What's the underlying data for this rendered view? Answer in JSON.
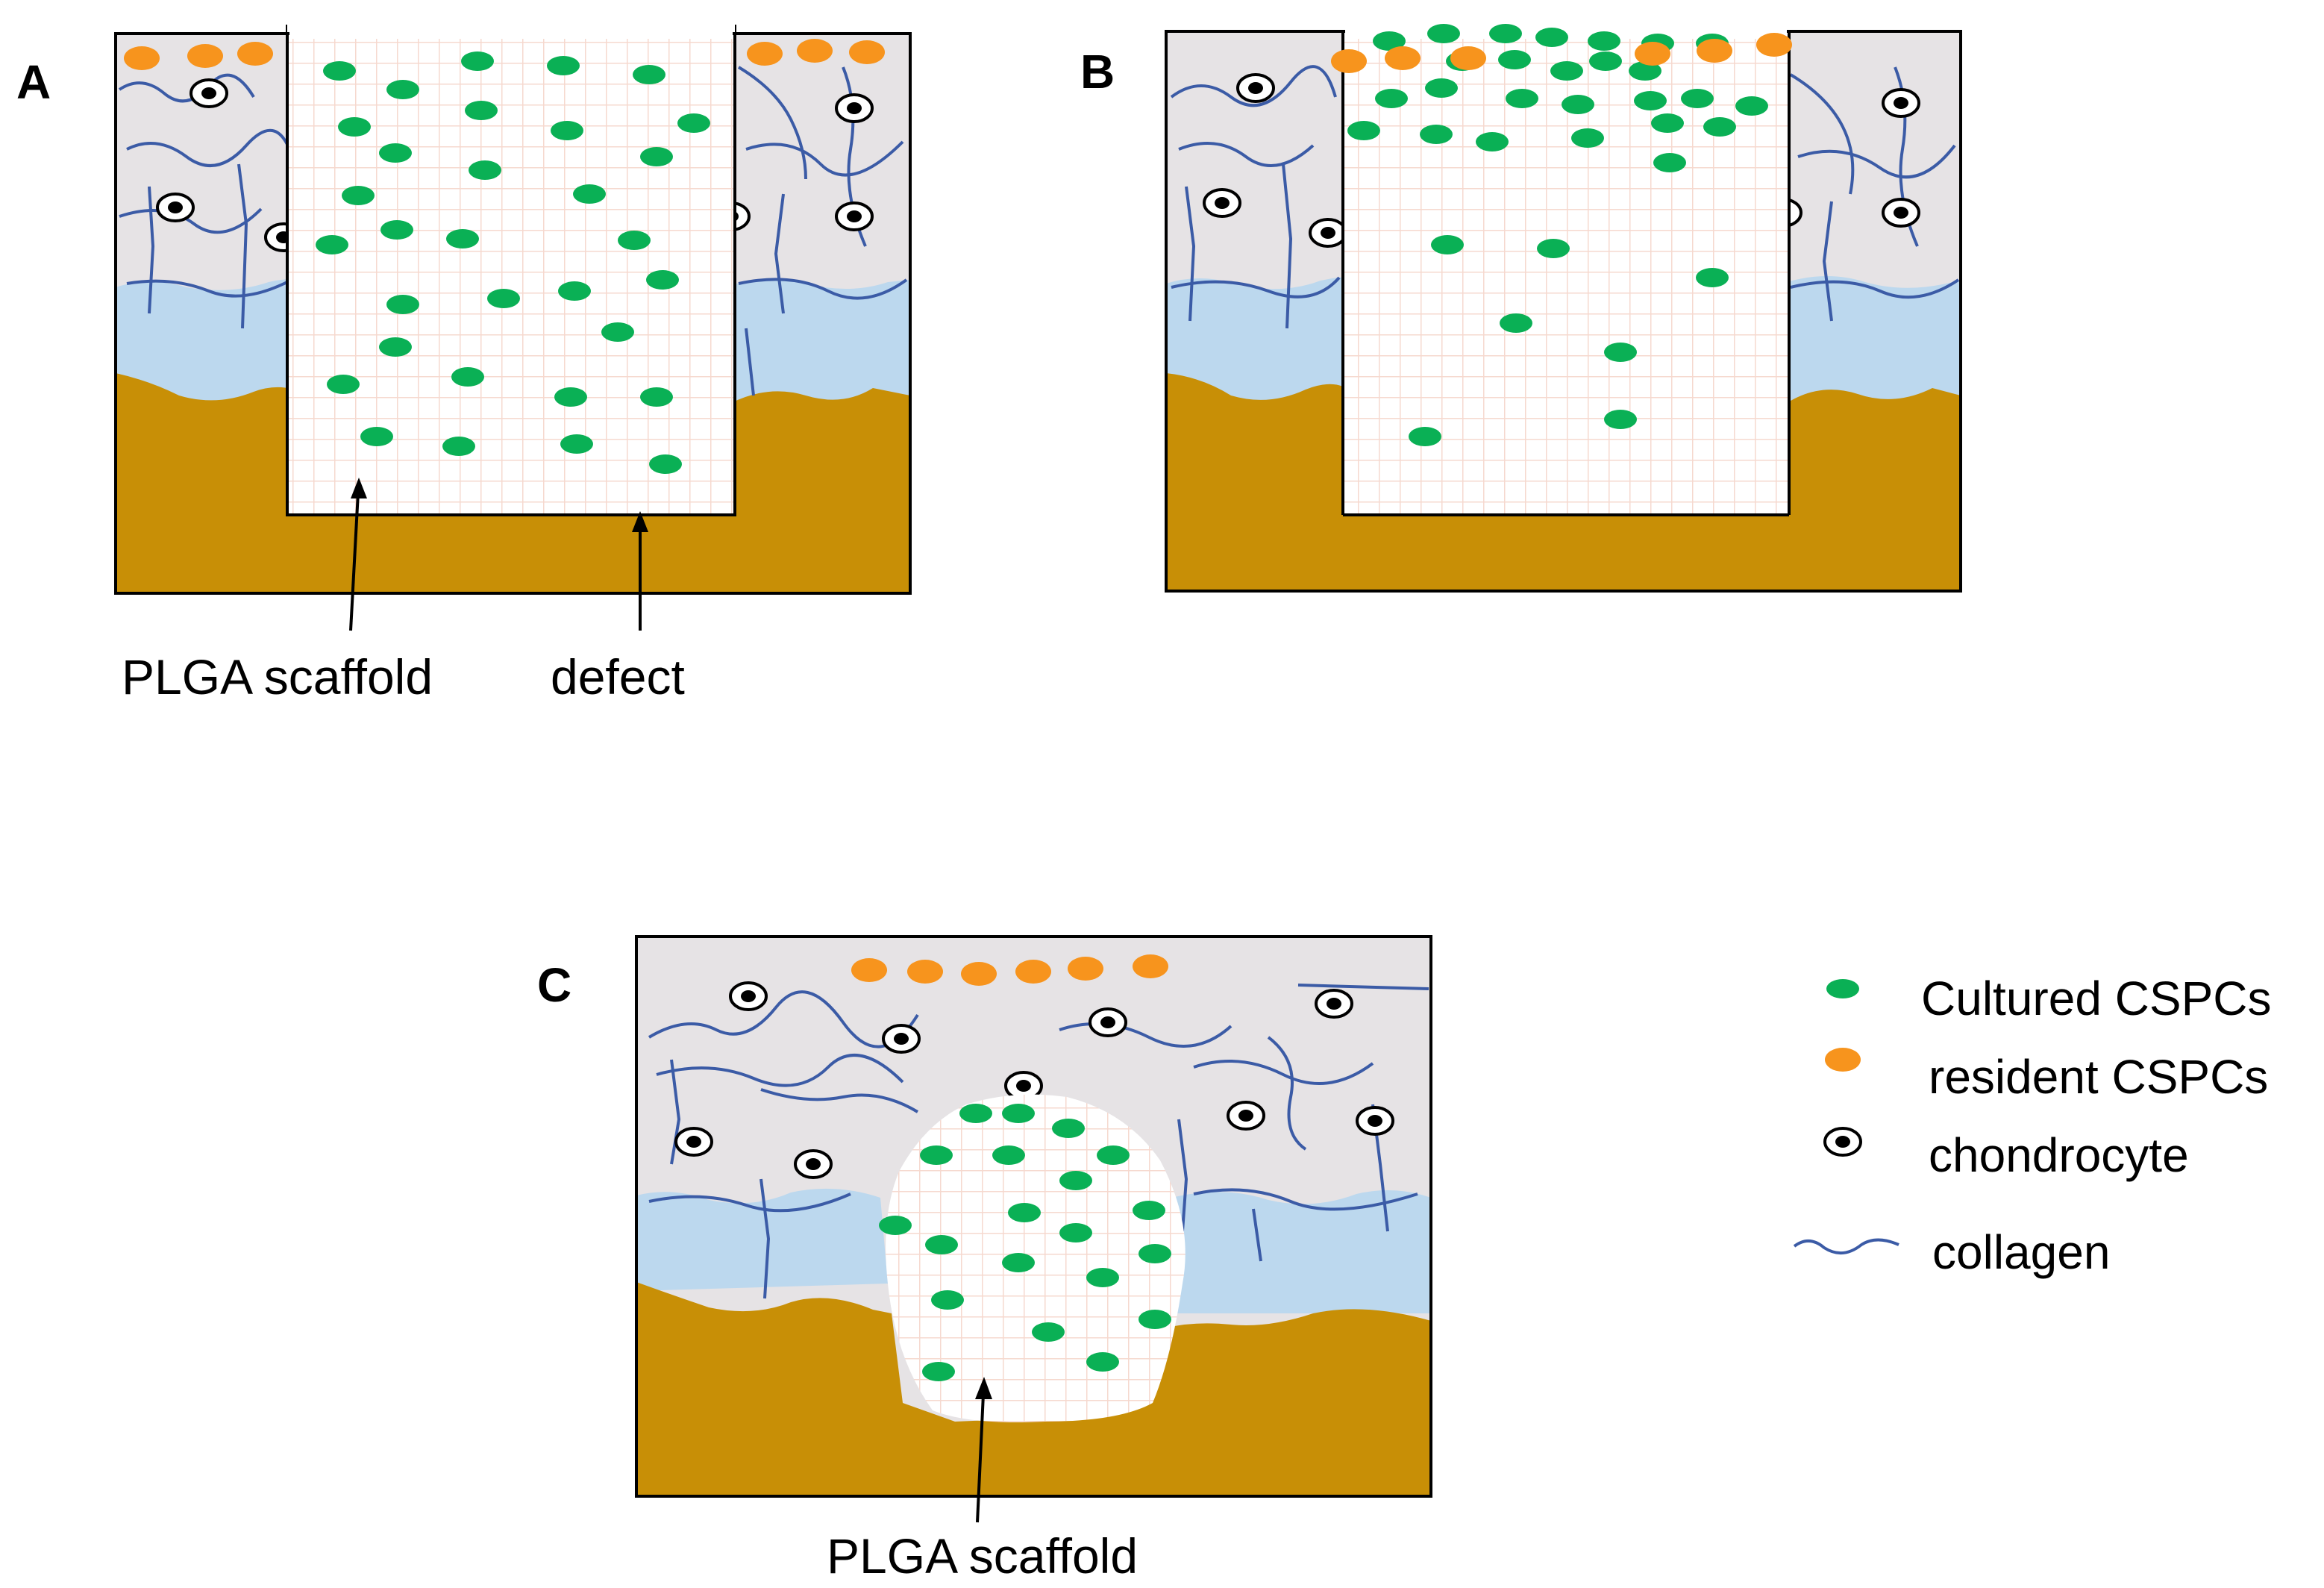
{
  "panels": {
    "a": {
      "letter": "A",
      "labels": {
        "scaffold": "PLGA scaffold",
        "defect": "defect"
      }
    },
    "b": {
      "letter": "B"
    },
    "c": {
      "letter": "C",
      "labels": {
        "scaffold": "PLGA scaffold"
      }
    }
  },
  "legend": {
    "cultured": "Cultured CSPCs",
    "resident": "resident CSPCs",
    "chondrocyte": "chondrocyte",
    "collagen": "collagen"
  },
  "colors": {
    "cartilage": "#e6e3e5",
    "calcified_cartilage": "#bcd8ee",
    "bone": "#c88f06",
    "cultured_cspc": "#0ab055",
    "resident_cspc": "#f7941d",
    "collagen": "#3b5ba6",
    "scaffold_grid": "#f6d9cf"
  }
}
